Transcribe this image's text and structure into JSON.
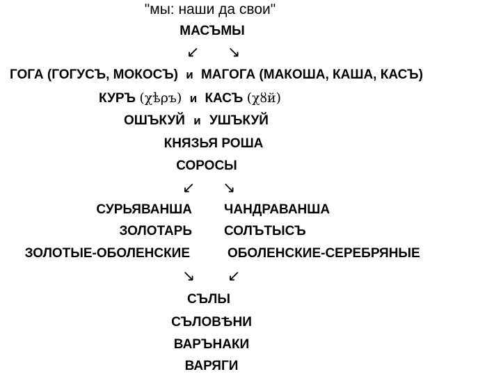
{
  "title": "\"мы: наши да свои\"",
  "root": "МАСЪМЫ",
  "arrows": {
    "down_left": "↙",
    "down_right": "↘"
  },
  "row_goga": {
    "left_main": "ГОГА",
    "left_paren": "(ГОГУСЪ, МОКОСЪ)",
    "and": "и",
    "right_main": "МАГОГА",
    "right_paren": "(МАКОША, КАША, КАСЪ)"
  },
  "row_kur": {
    "left_main": "КУРЪ",
    "left_paren": "(χѣρъ)",
    "and": "и",
    "right_main": "КАСЪ",
    "right_paren": "(χȣй)"
  },
  "row_osh": {
    "left": "ОШЪКУЙ",
    "and": "и",
    "right": "УШЪКУЙ"
  },
  "knyazya": "КНЯЗЬЯ РОША",
  "sorosy": "СОРОСЫ",
  "pairs": [
    {
      "left": "СУРЬЯВАНША",
      "right": "ЧАНДРАВАНША"
    },
    {
      "left": "ЗОЛОТАРЬ",
      "right": "СОЛЪТЫСЪ"
    },
    {
      "left": "ЗОЛОТЫЕ-ОБОЛЕНСКИЕ",
      "right": "ОБОЛЕНСКИЕ-СЕРЕБРЯНЫЕ"
    }
  ],
  "tail": [
    "СЪЛЫ",
    "СЪЛОВѢНИ",
    "ВАРЪНАКИ",
    "ВАРЯГИ"
  ]
}
